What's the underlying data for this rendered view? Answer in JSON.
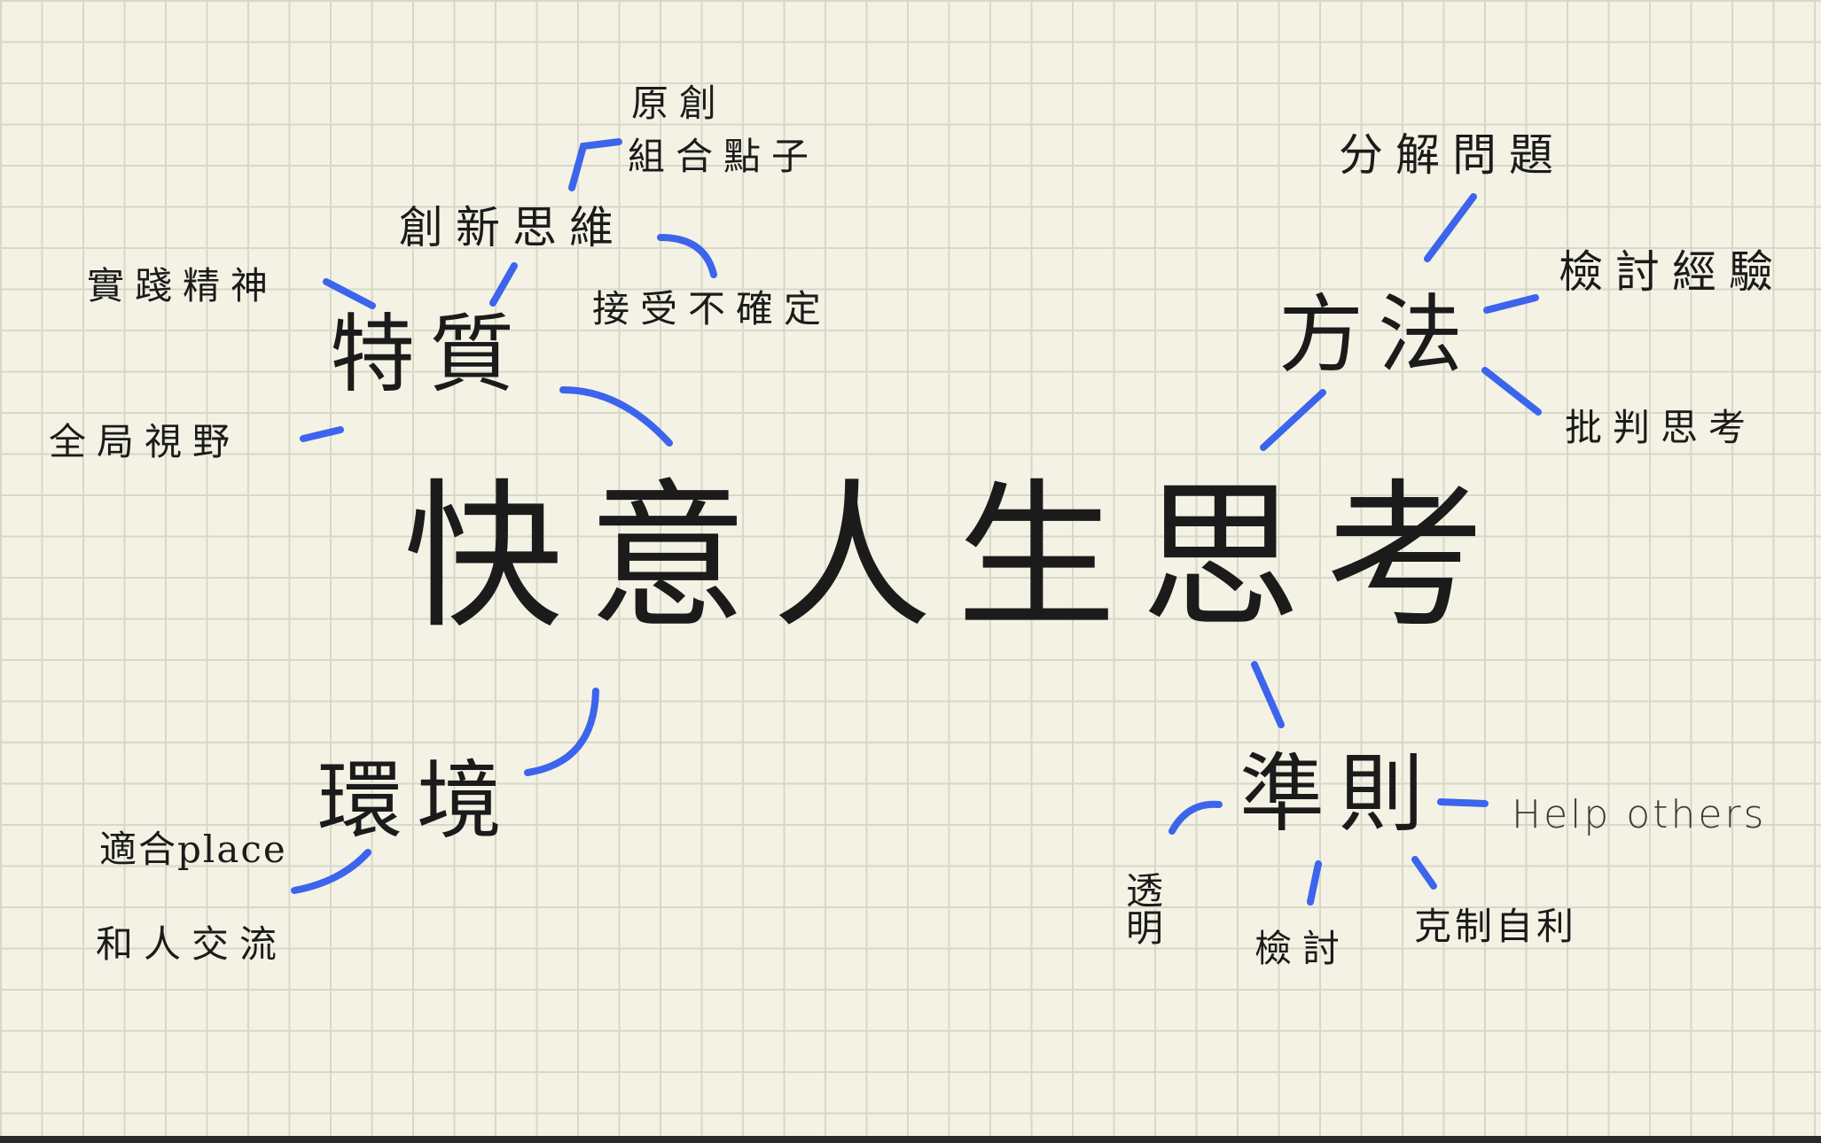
{
  "center": {
    "label": "快意人生思考"
  },
  "branches": {
    "traits": {
      "label": "特質",
      "children": {
        "innovation": {
          "label": "創新思維",
          "children": {
            "original": "原創",
            "combine": "組合點子",
            "uncertainty": "接受不確定"
          }
        },
        "practice": "實踐精神",
        "big_picture": "全局視野"
      }
    },
    "methods": {
      "label": "方法",
      "children": {
        "decompose": "分解問題",
        "review_experience": "檢討經驗",
        "critical": "批判思考"
      }
    },
    "environment": {
      "label": "環境",
      "children": {
        "place": "適合place",
        "communicate": "和人交流"
      }
    },
    "principles": {
      "label": "準則",
      "children": {
        "transparent": "透明",
        "review": "檢討",
        "restraint": "克制自利",
        "help": "Help others"
      }
    }
  },
  "colors": {
    "link": "#3c64ec",
    "ink": "#1b1b1b",
    "paper": "#f3f2e4",
    "grid": "#d7d8c9"
  }
}
